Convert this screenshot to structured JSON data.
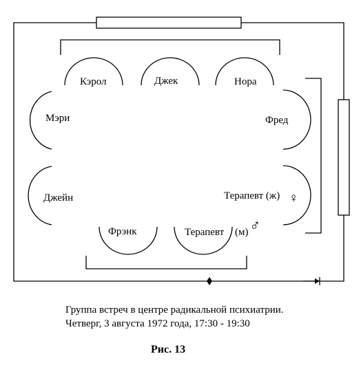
{
  "participants": {
    "carol": "Кэрол",
    "jack": "Джек",
    "nora": "Нора",
    "mary": "Мэри",
    "fred": "Фред",
    "jane": "Джейн",
    "therapist_female": "Терапевт (ж)",
    "frank": "Фрэнк",
    "therapist_male": "Терапевт",
    "therapist_male_suffix": "(м)"
  },
  "symbols": {
    "female_mark": "♀",
    "male_mark": "♂"
  },
  "caption": {
    "line1": "Группа встреч в центре радикальной психиатрии.",
    "line2": "Четверг, 3 августа 1972 года, 17:30 - 19:30"
  },
  "figure_label": "Рис. 13"
}
